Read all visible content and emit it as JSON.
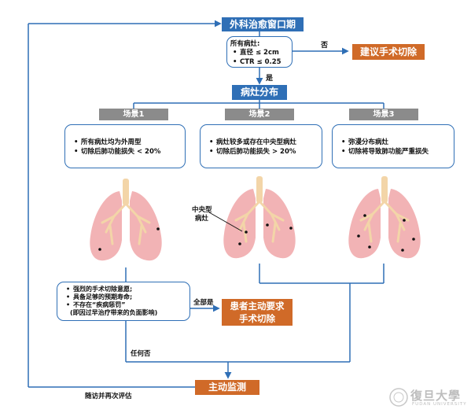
{
  "flow": {
    "title": "外科治愈窗口期",
    "criteria": {
      "heading": "所有病灶:",
      "items": [
        "直径 ≤ 2cm",
        "CTR ≤ 0.25"
      ]
    },
    "no_label": "否",
    "recommend": "建议手术切除",
    "yes_label": "是",
    "distribution": "病灶分布",
    "scenarios": [
      {
        "title": "场景1",
        "items": [
          "所有病灶均为外周型",
          "切除后肺功能损失 < 20%"
        ]
      },
      {
        "title": "场景2",
        "items": [
          "病灶较多或存在中央型病灶",
          "切除后肺功能损失 > 20%"
        ]
      },
      {
        "title": "场景3",
        "items": [
          "弥漫分布病灶",
          "切除将导致肺功能严重损失"
        ]
      }
    ],
    "central_lesion_label": [
      "中央型",
      "病灶"
    ],
    "conditions": [
      "强烈的手术切除意愿;",
      "具备足够的预期寿命;",
      "不存在“疾病惩罚”",
      "(即因过早治疗带来的负面影响)"
    ],
    "all_yes_label": "全部是",
    "patient_request": [
      "患者主动要求",
      "手术切除"
    ],
    "any_no_label": "任何否",
    "monitoring": "主动监测",
    "followup_label": "随访并再次评估"
  },
  "watermark": {
    "name": "復旦大學",
    "sub": "FUDAN UNIVERSITY"
  },
  "colors": {
    "blue": "#2f6fb6",
    "orange": "#d06a28",
    "gray": "#8b8b8b",
    "lung": "#f2b3b5",
    "airway": "#f3d5a8"
  }
}
